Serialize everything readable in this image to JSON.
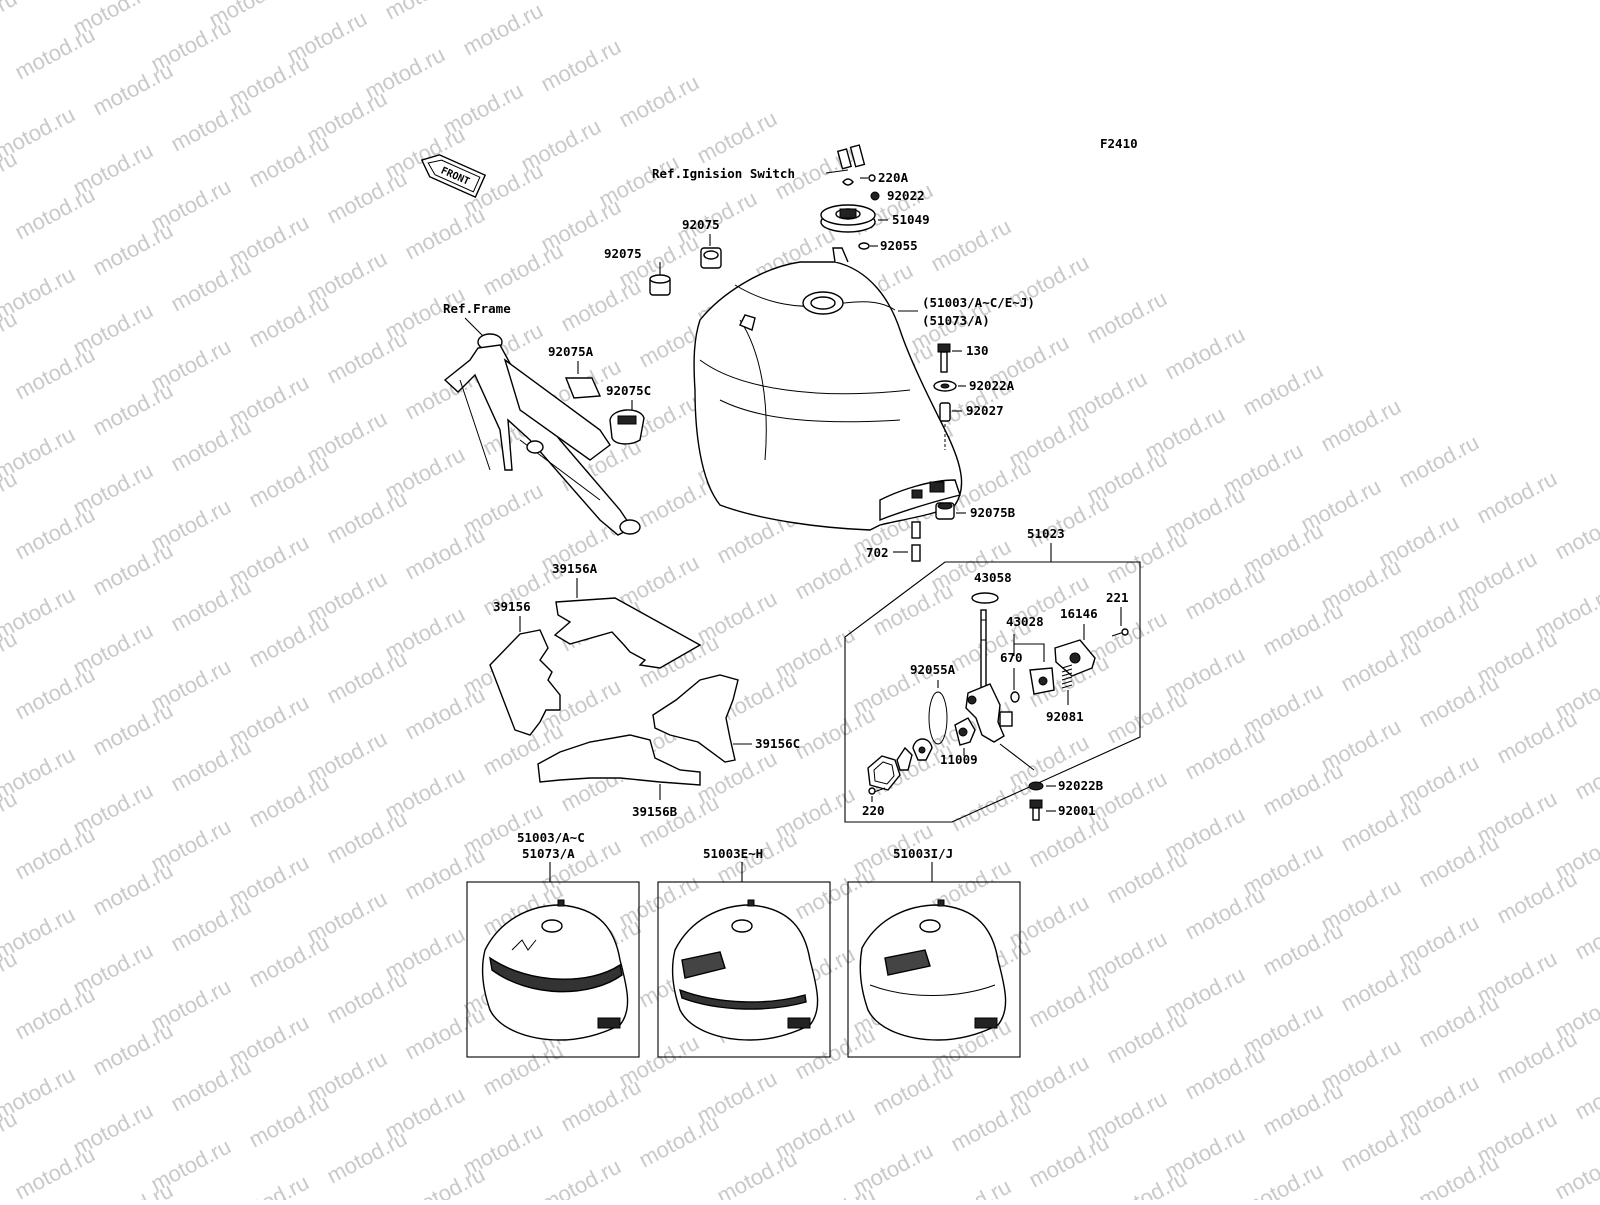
{
  "diagram": {
    "code": "F2410",
    "watermark": "motod.ru",
    "front_arrow": "FRONT",
    "refs": {
      "ignition": "Ref.Ignision Switch",
      "frame": "Ref.Frame"
    },
    "labels": {
      "p220A": "220A",
      "p92022": "92022",
      "p51049": "51049",
      "p92055": "92055",
      "p92075_a": "92075",
      "p92075_b": "92075",
      "tank_l1": "(51003/A~C/E~J)",
      "tank_l2": "(51073/A)",
      "p130": "130",
      "p92022A": "92022A",
      "p92027": "92027",
      "p92075A": "92075A",
      "p92075C": "92075C",
      "p92075B": "92075B",
      "p702": "702",
      "p51023": "51023",
      "p39156A": "39156A",
      "p39156": "39156",
      "p39156C": "39156C",
      "p39156B": "39156B",
      "p43058": "43058",
      "p221": "221",
      "p16146": "16146",
      "p43028": "43028",
      "p670": "670",
      "p92055A": "92055A",
      "p92081": "92081",
      "p11009": "11009",
      "p92022B": "92022B",
      "p220": "220",
      "p92001": "92001"
    },
    "variants": [
      {
        "line1": "51003/A~C",
        "line2": "51073/A"
      },
      {
        "line1": "51003E~H",
        "line2": ""
      },
      {
        "line1": "51003I/J",
        "line2": ""
      }
    ]
  }
}
